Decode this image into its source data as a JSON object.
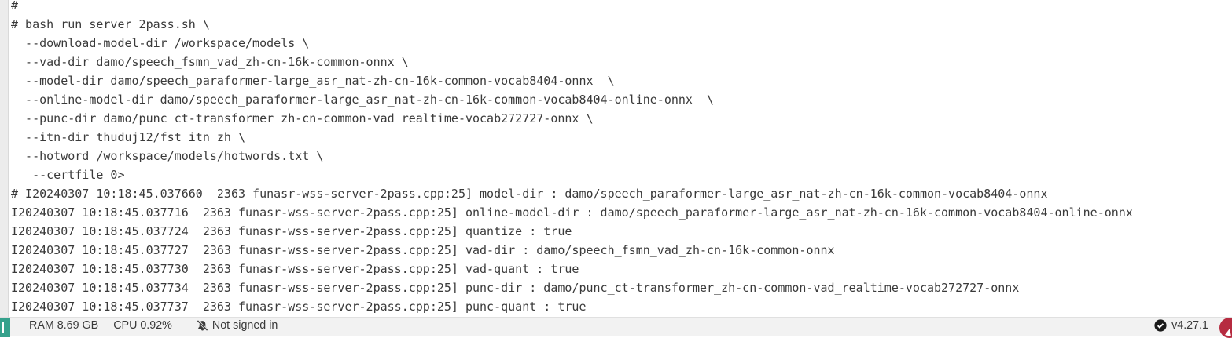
{
  "terminal": {
    "lines": [
      "#",
      "# bash run_server_2pass.sh \\",
      "  --download-model-dir /workspace/models \\",
      "  --vad-dir damo/speech_fsmn_vad_zh-cn-16k-common-onnx \\",
      "  --model-dir damo/speech_paraformer-large_asr_nat-zh-cn-16k-common-vocab8404-onnx  \\",
      "  --online-model-dir damo/speech_paraformer-large_asr_nat-zh-cn-16k-common-vocab8404-online-onnx  \\",
      "  --punc-dir damo/punc_ct-transformer_zh-cn-common-vad_realtime-vocab272727-onnx \\",
      "  --itn-dir thuduj12/fst_itn_zh \\",
      "  --hotword /workspace/models/hotwords.txt \\",
      "   --certfile 0>",
      "# I20240307 10:18:45.037660  2363 funasr-wss-server-2pass.cpp:25] model-dir : damo/speech_paraformer-large_asr_nat-zh-cn-16k-common-vocab8404-onnx",
      "I20240307 10:18:45.037716  2363 funasr-wss-server-2pass.cpp:25] online-model-dir : damo/speech_paraformer-large_asr_nat-zh-cn-16k-common-vocab8404-online-onnx",
      "I20240307 10:18:45.037724  2363 funasr-wss-server-2pass.cpp:25] quantize : true",
      "I20240307 10:18:45.037727  2363 funasr-wss-server-2pass.cpp:25] vad-dir : damo/speech_fsmn_vad_zh-cn-16k-common-onnx",
      "I20240307 10:18:45.037730  2363 funasr-wss-server-2pass.cpp:25] vad-quant : true",
      "I20240307 10:18:45.037734  2363 funasr-wss-server-2pass.cpp:25] punc-dir : damo/punc_ct-transformer_zh-cn-common-vad_realtime-vocab272727-onnx",
      "I20240307 10:18:45.037737  2363 funasr-wss-server-2pass.cpp:25] punc-quant : true"
    ]
  },
  "statusbar": {
    "ram": "RAM 8.69 GB",
    "cpu": "CPU 0.92%",
    "signin": "Not signed in",
    "version": "v4.27.1"
  },
  "colors": {
    "accent_teal": "#35a18c",
    "badge_red": "#b62b40",
    "check_black": "#1b1b1b",
    "bar_background": "#f2f2f2",
    "terminal_text": "#3a3a3a"
  },
  "icons": {
    "logo": "teal-logo-icon",
    "notifications": "bell-slash-icon",
    "update": "check-circle-icon",
    "badge": "red-badge-icon"
  }
}
